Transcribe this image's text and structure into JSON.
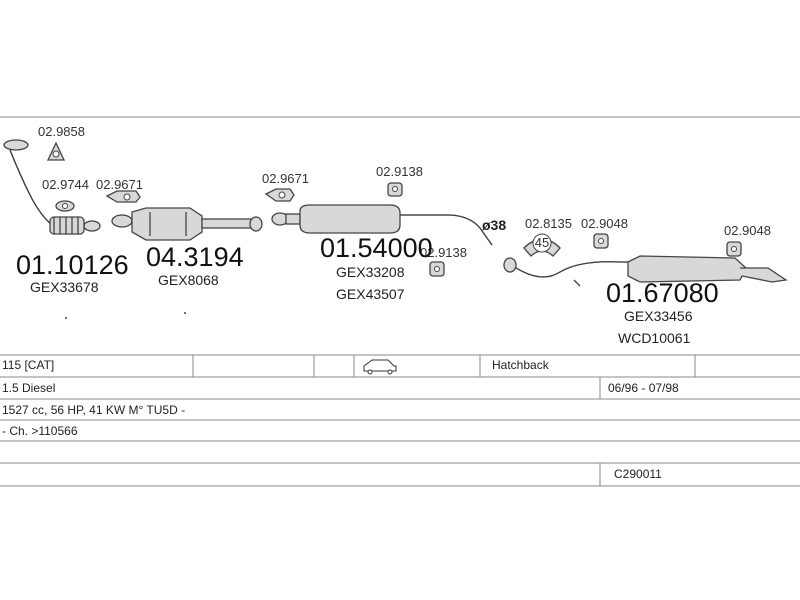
{
  "parts": {
    "p1": {
      "number": "01.10126",
      "ref": "GEX33678"
    },
    "p2": {
      "number": "04.3194",
      "ref": "GEX8068"
    },
    "p3": {
      "number": "01.54000",
      "ref": "GEX33208",
      "ref2": "GEX43507"
    },
    "p4": {
      "number": "01.67080",
      "ref": "GEX33456",
      "ref2": "WCD10061"
    }
  },
  "small_parts": {
    "a": "02.9858",
    "b": "02.9744",
    "c": "02.9671",
    "d": "02.9671",
    "e": "02.9138",
    "f": "02.9138",
    "g": "02.8135",
    "h": "02.9048",
    "i": "02.9048"
  },
  "diameter_label": "ø38",
  "ring_label": "45",
  "table": {
    "row1": {
      "model": "115  [CAT]",
      "body": "Hatchback"
    },
    "row2": {
      "engine": "1.5 Diesel",
      "period": "06/96 - 07/98"
    },
    "row3": {
      "spec": "1527 cc, 56 HP, 41 KW M° TU5D -"
    },
    "row4": {
      "chassis": "- Ch. >110566"
    },
    "row6": {
      "code": "C290011"
    }
  }
}
